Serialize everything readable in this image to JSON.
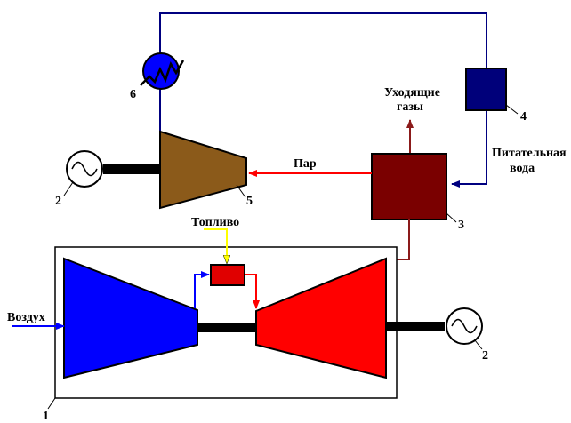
{
  "labels": {
    "fuel": "Топливо",
    "air": "Воздух",
    "steam": "Пар",
    "exhaust_line1": "Уходящие",
    "exhaust_line2": "газы",
    "feedwater_line1": "Питательная",
    "feedwater_line2": "вода"
  },
  "numbers": {
    "gas_turbine_unit": "1",
    "generator_bottom": "2",
    "generator_top": "2",
    "boiler": "3",
    "pump": "4",
    "steam_turbine": "5",
    "condenser": "6"
  },
  "colors": {
    "compressor": "#0000ff",
    "gas_turbine": "#ff0000",
    "combustor": "#e00000",
    "steam_turbine": "#8b5a1a",
    "boiler": "#7a0000",
    "pump": "#00007a",
    "water_line": "#000080",
    "steam_line": "#ff0000",
    "gas_line": "#8b1a1a",
    "fuel_line": "#ffff00",
    "shaft": "#000000"
  },
  "icons": {
    "generator": "sine-wave-generator-icon",
    "condenser": "heat-exchanger-coil-icon"
  }
}
